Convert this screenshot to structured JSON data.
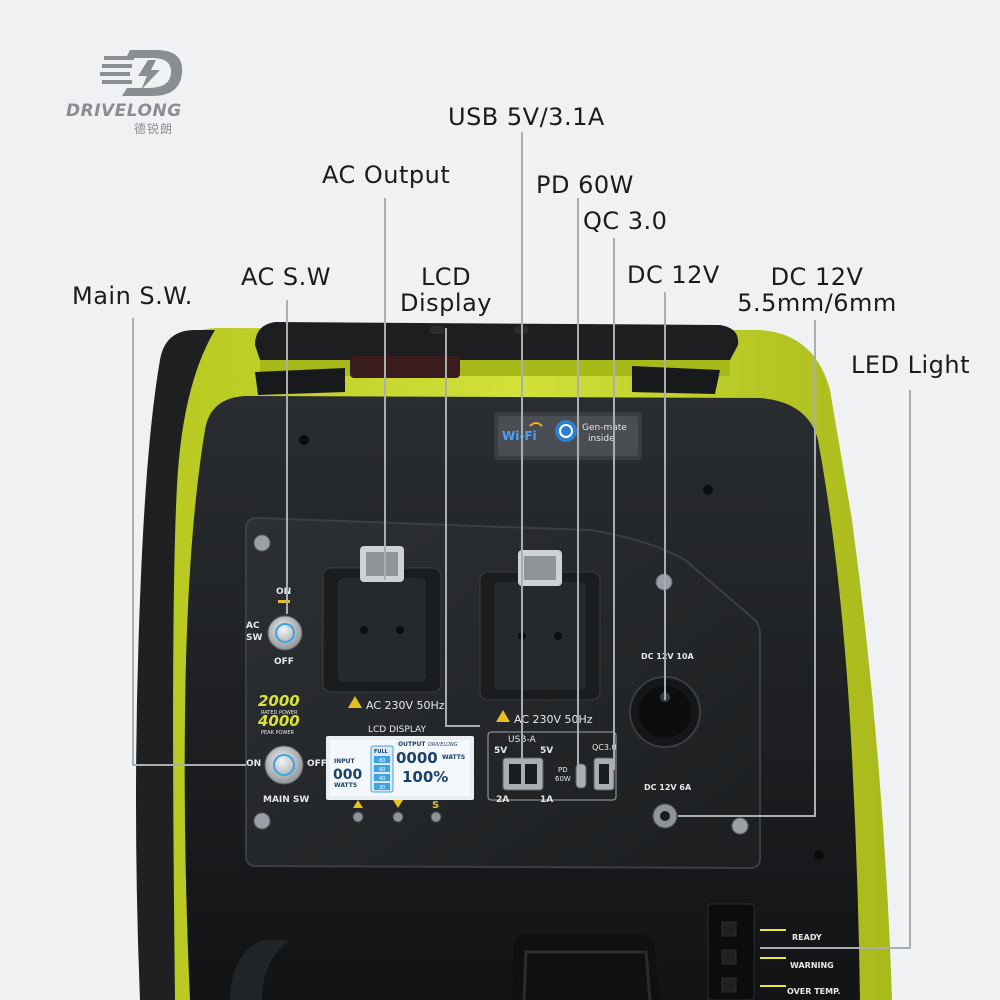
{
  "brand": {
    "name": "DRIVELONG",
    "chinese_name": "德锐朗"
  },
  "callouts": {
    "usb": "USB 5V/3.1A",
    "ac_output": "AC Output",
    "pd": "PD 60W",
    "qc": "QC 3.0",
    "main_sw": "Main S.W.",
    "ac_sw": "AC S.W",
    "lcd_line1": "LCD",
    "lcd_line2": "Display",
    "dc12v": "DC 12V",
    "dc_round_line1": "DC 12V",
    "dc_round_line2": "5.5mm/6mm",
    "led": "LED Light"
  },
  "panel": {
    "badge_wifi": "Wi-Fi",
    "badge_gen_line1": "Gen-mate",
    "badge_gen_line2": "inside",
    "ac_on": "ON",
    "ac_sw_line1": "AC",
    "ac_sw_line2": "SW",
    "ac_off": "OFF",
    "rated_value": "2000",
    "rated_label": "RATED POWER",
    "peak_value": "4000",
    "peak_label": "PEAK POWER",
    "socket_label_left": "AC 230V 50Hz",
    "socket_label_right": "AC 230V 50Hz",
    "lcd_title": "LCD DISPLAY",
    "main_on": "ON",
    "main_off": "OFF",
    "main_sw": "MAIN SW",
    "usb_a": "USB-A",
    "usb_5v_left": "5V",
    "usb_5v_right": "5V",
    "usb_2a": "2A",
    "usb_1a": "1A",
    "pd_line1": "PD",
    "pd_line2": "60W",
    "qc_label": "QC3.0",
    "dc_10a": "DC 12V 10A",
    "dc_6a": "DC 12V 6A",
    "button_s": "S"
  },
  "lcd": {
    "input_label": "INPUT",
    "input_digits": "000",
    "input_unit": "WATTS",
    "output_label": "OUTPUT",
    "output_digits": "0000",
    "output_unit": "WATTS",
    "percent": "100%",
    "battery_full": "FULL",
    "battery_levels": [
      "80",
      "60",
      "40",
      "20"
    ],
    "lcd_brand": "DRIVELONG"
  },
  "leds": {
    "ready": "READY",
    "warning": "WARNING",
    "over_temp": "OVER TEMP."
  },
  "colors": {
    "housing_lime": "#c9da2c",
    "body_black": "#17191b",
    "panel_dark": "#232629",
    "lcd_blue": "#3fa3e0",
    "led_yellow": "#e8e840"
  }
}
